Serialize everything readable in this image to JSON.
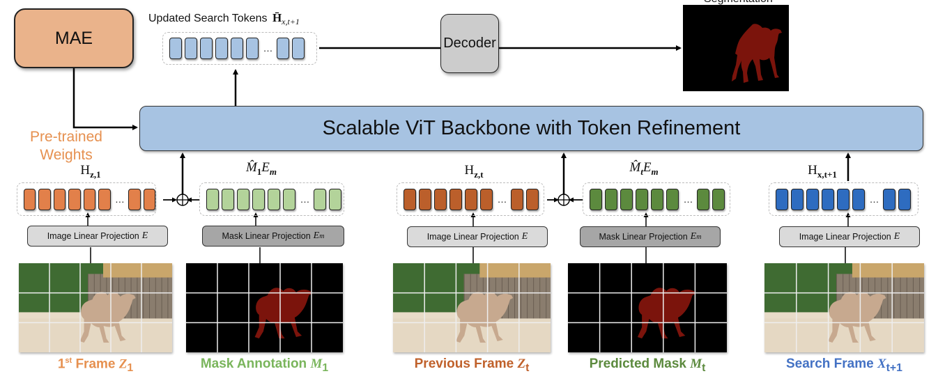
{
  "title": "Scalable ViT Backbone with Token Refinement",
  "mae": {
    "label": "MAE"
  },
  "pretrained_label": [
    "Pre-trained",
    "Weights"
  ],
  "decoder": {
    "label": "Decoder"
  },
  "output": {
    "title": "Segmentation"
  },
  "updated_tokens": {
    "label": "Updated Search Tokens",
    "symbol": "H̄",
    "subscript": "x,t+1"
  },
  "token_groups": [
    {
      "id": "hz1",
      "symbol": "H",
      "subscript": "z,1",
      "color": "#e2804a"
    },
    {
      "id": "m1em",
      "symbol": "M̂",
      "subscript": "1",
      "suffix": "E",
      "suffix_sub": "m",
      "color": "#b3d39a"
    },
    {
      "id": "hzt",
      "symbol": "H",
      "subscript": "z,t",
      "color": "#bb5f2b"
    },
    {
      "id": "mtem",
      "symbol": "M̂",
      "subscript": "t",
      "suffix": "E",
      "suffix_sub": "m",
      "color": "#5c8a3e"
    },
    {
      "id": "hxt1",
      "symbol": "H",
      "subscript": "x,t+1",
      "color": "#2e6cc0"
    }
  ],
  "updated_token_color": "#a7c3e2",
  "ellipsis": "…",
  "projections": [
    {
      "text": "Image Linear Projection",
      "symbol": "E",
      "sub": ""
    },
    {
      "text": "Mask Linear Projection",
      "symbol": "E",
      "sub": "m"
    },
    {
      "text": "Image Linear Projection",
      "symbol": "E",
      "sub": ""
    },
    {
      "text": "Mask Linear Projection",
      "symbol": "E",
      "sub": "m"
    },
    {
      "text": "Image Linear Projection",
      "symbol": "E",
      "sub": ""
    }
  ],
  "frames": [
    {
      "label": "1",
      "label_sup": "st",
      "label_rest": " Frame ",
      "symbol": "Z",
      "sub": "1",
      "color": "#e6904f",
      "kind": "photo"
    },
    {
      "label": "Mask Annotation ",
      "symbol": "M",
      "sub": "1",
      "color": "#7ab55c",
      "kind": "mask"
    },
    {
      "label": "Previous Frame ",
      "symbol": "Z",
      "sub": "t",
      "color": "#c0612b",
      "kind": "photo"
    },
    {
      "label": "Predicted Mask ",
      "symbol": "M",
      "sub": "t",
      "color": "#5c8a3e",
      "kind": "mask"
    },
    {
      "label": "Search Frame ",
      "symbol": "X",
      "sub": "t+1",
      "color": "#4472c4",
      "kind": "photo"
    }
  ],
  "colors": {
    "mask_fg": "#7b140c",
    "backbone": "#a7c3e2",
    "mae": "#eab38b",
    "decoder": "#cccccc"
  }
}
